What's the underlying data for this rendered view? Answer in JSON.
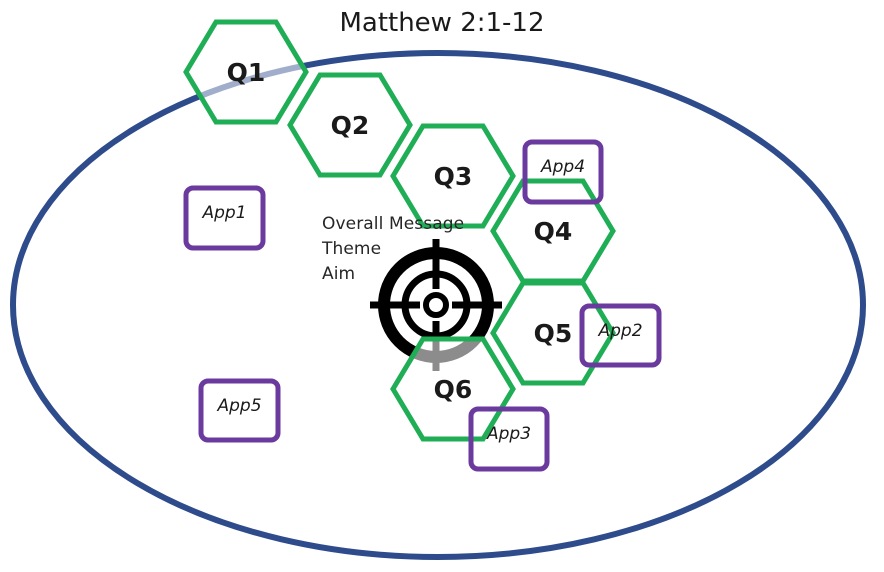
{
  "title": "Matthew 2:1-12",
  "center": {
    "lines": [
      "Overall Message",
      "Theme",
      "Aim"
    ],
    "target_icon": "crosshair-target-icon"
  },
  "questions": [
    "Q1",
    "Q2",
    "Q3",
    "Q4",
    "Q5",
    "Q6"
  ],
  "applications": [
    "App1",
    "App2",
    "App3",
    "App4",
    "App5"
  ],
  "colors": {
    "ellipse": "#2E4B8C",
    "hexagon": "#1FAE55",
    "app_box": "#6B3A9E",
    "target": "#000000",
    "text": "#1a1a1a"
  }
}
